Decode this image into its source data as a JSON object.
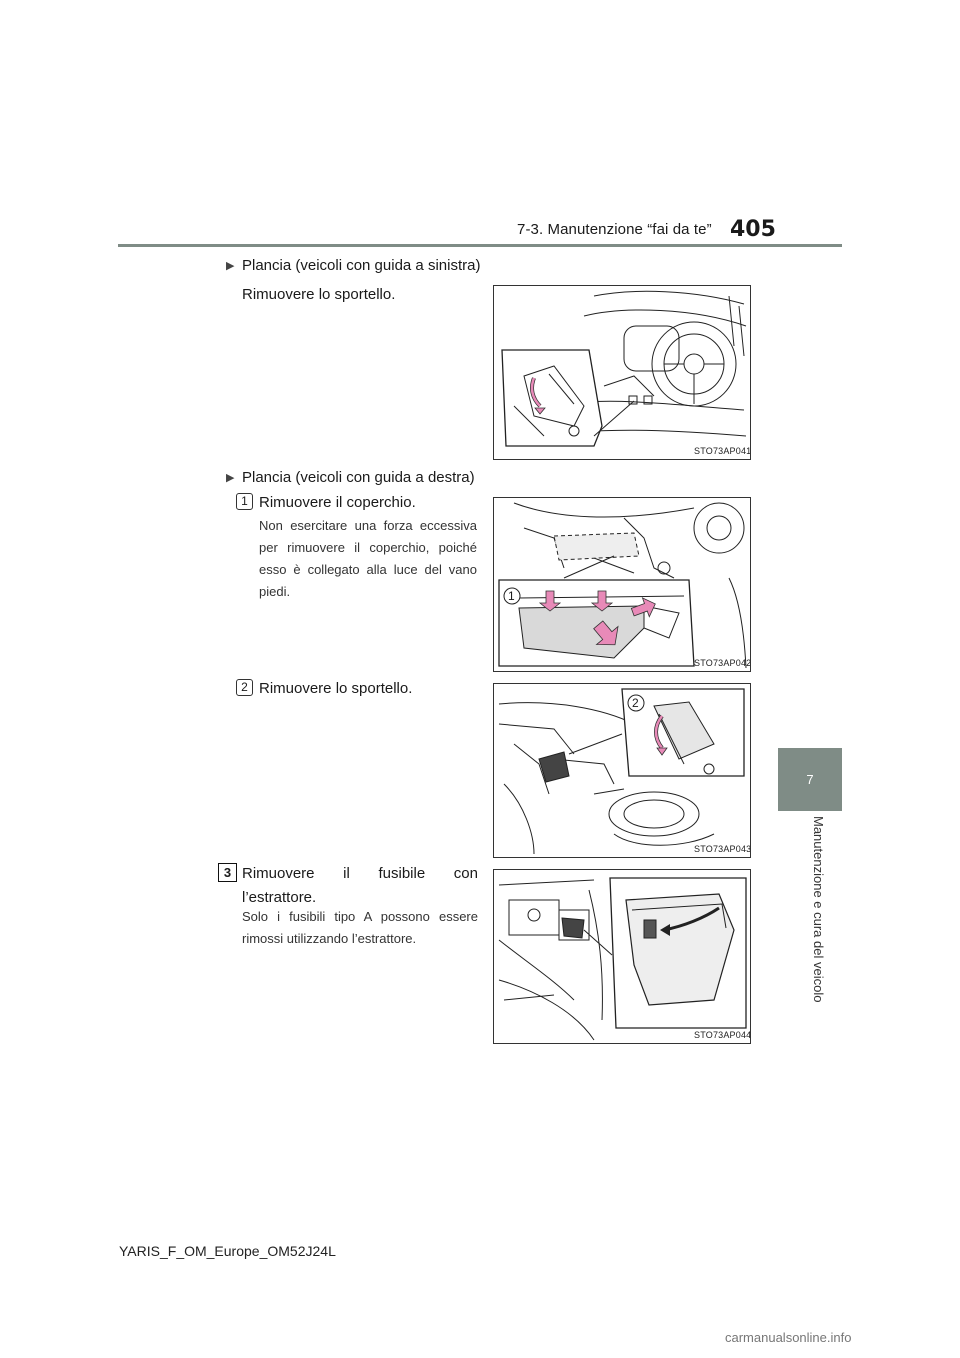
{
  "header": {
    "section": "7-3. Manutenzione “fai da te”",
    "page_number": "405"
  },
  "chapter_tab": {
    "number": "7",
    "title": "Manutenzione e cura del veicolo"
  },
  "blocks": {
    "lhd_heading": "Plancia (veicoli con guida a sinistra)",
    "lhd_step": "Rimuovere lo sportello.",
    "rhd_heading": "Plancia (veicoli con guida a destra)",
    "rhd_step1_num": "1",
    "rhd_step1_text": "Rimuovere il coperchio.",
    "rhd_step1_note": "Non esercitare una forza eccessiva per rimuovere il coperchio, poiché esso è collegato alla luce del vano piedi.",
    "rhd_step2_num": "2",
    "rhd_step2_text": "Rimuovere lo sportello.",
    "step3_num": "3",
    "step3_text": "Rimuovere il fusibile con l’estrattore.",
    "step3_note": "Solo i fusibili tipo A possono essere rimossi utilizzando l’estrattore."
  },
  "figures": {
    "fig1_code": "STO73AP041",
    "fig2_code": "STO73AP042",
    "fig2_callout": "1",
    "fig3_code": "STO73AP043",
    "fig3_callout": "2",
    "fig4_code": "STO73AP044"
  },
  "footer": {
    "doc_id": "YARIS_F_OM_Europe_OM52J24L",
    "logo": "carmanualsonline.info"
  },
  "colors": {
    "accent_grey": "#7f8c86",
    "arrow_pink": "#e88ab8"
  }
}
